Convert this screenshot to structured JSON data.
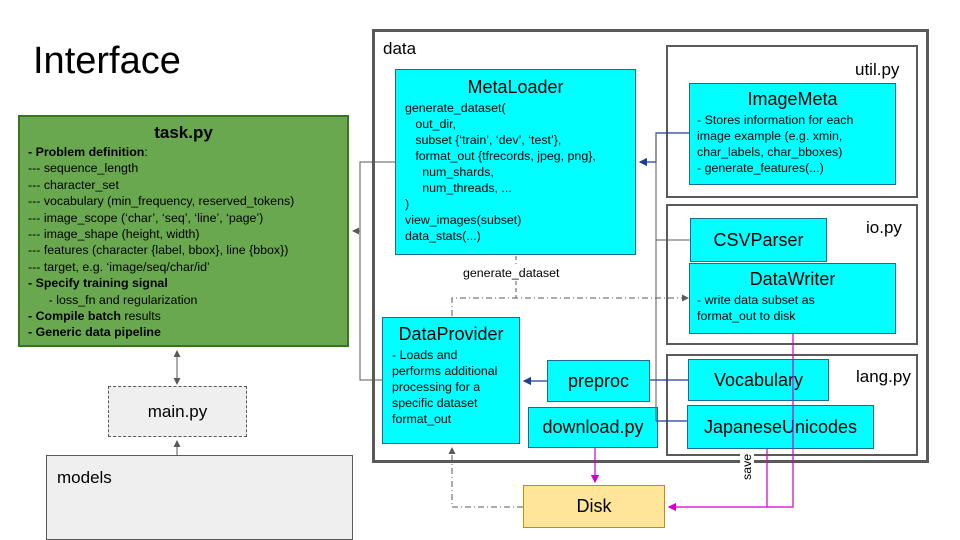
{
  "title": "Interface",
  "task": {
    "heading": "task.py",
    "lines": [
      {
        "bold": "- Problem definition",
        "rest": ":"
      },
      {
        "bold": "",
        "rest": "--- sequence_length"
      },
      {
        "bold": "",
        "rest": "--- character_set"
      },
      {
        "bold": "",
        "rest": "--- vocabulary (min_frequency, reserved_tokens)"
      },
      {
        "bold": "",
        "rest": "--- image_scope (‘char’, ‘seq’, ‘line’, ‘page’)"
      },
      {
        "bold": "",
        "rest": "--- image_shape (height, width)"
      },
      {
        "bold": "",
        "rest": "--- features (character {label, bbox}, line {bbox})"
      },
      {
        "bold": "",
        "rest": "--- target, e.g. ‘image/seq/char/id’"
      },
      {
        "bold": "- Specify training signal",
        "rest": ""
      },
      {
        "bold": "",
        "rest": "      - loss_fn and regularization"
      },
      {
        "bold": "- Compile batch",
        "rest": " results"
      },
      {
        "bold": "- Generic data pipeline",
        "rest": ""
      }
    ]
  },
  "main_label": "main.py",
  "models_label": "models",
  "data_label": "data",
  "util_label": "util.py",
  "io_label": "io.py",
  "lang_label": "lang.py",
  "metaloader": {
    "heading": "MetaLoader",
    "lines": [
      "generate_dataset(",
      "   out_dir,",
      "   subset {‘train’, ‘dev’, ‘test’},",
      "   format_out {tfrecords, jpeg, png},",
      "     num_shards,",
      "     num_threads, ...",
      ")",
      "view_images(subset)",
      "data_stats(...)"
    ]
  },
  "imagemeta": {
    "heading": "ImageMeta",
    "lines": [
      "- Stores information for each",
      "image example (e.g. xmin,",
      "char_labels, char_bboxes)",
      "- generate_features(...)"
    ]
  },
  "csvparser": "CSVParser",
  "datawriter": {
    "heading": "DataWriter",
    "lines": [
      "- write data subset as",
      "format_out to disk"
    ]
  },
  "vocabulary": "Vocabulary",
  "japanese_unicodes": "JapaneseUnicodes",
  "preproc": "preproc",
  "download": "download.py",
  "dataprovider": {
    "heading": "DataProvider",
    "lines": [
      "- Loads and",
      "performs additional",
      "processing for a",
      "specific dataset",
      "format_out"
    ]
  },
  "disk": "Disk",
  "edge_labels": {
    "generate_dataset": "generate_dataset",
    "save": "save"
  },
  "colors": {
    "cyan": "#00ffff",
    "green": "#6aa84f",
    "disk": "#ffe599",
    "magenta": "#cc00cc",
    "navy": "#1c3d9c",
    "grey": "#595959"
  }
}
